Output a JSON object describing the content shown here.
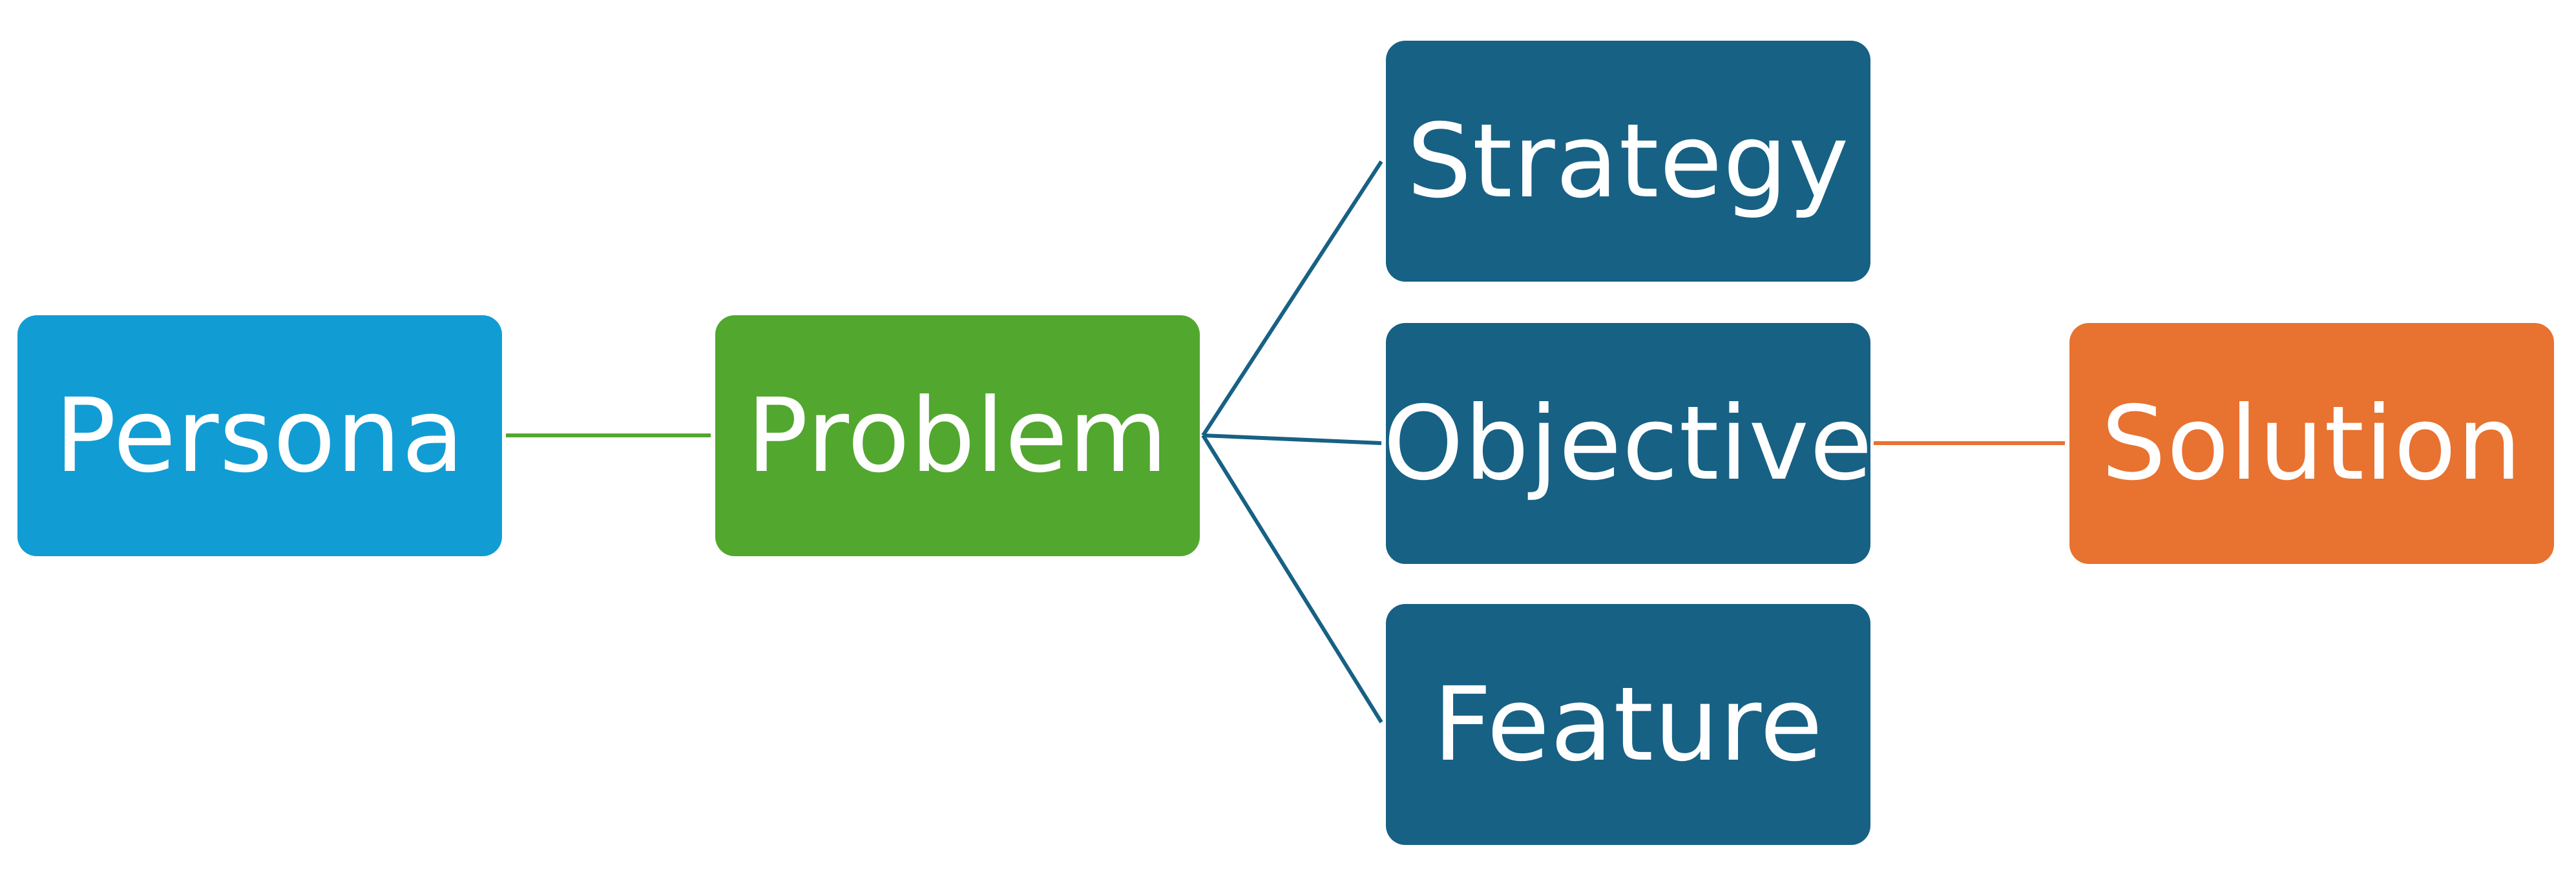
{
  "colors": {
    "persona": "#119dd4",
    "problem": "#52a72f",
    "outcome": "#176184",
    "solution": "#e87230",
    "link_persona_problem": "#52a72f",
    "link_problem_outcomes": "#176184",
    "link_objective_solution": "#e87230"
  },
  "nodes": {
    "persona": "Persona",
    "problem": "Problem",
    "strategy": "Strategy",
    "objective": "Objective",
    "feature": "Feature",
    "solution": "Solution"
  },
  "links": [
    {
      "from": "persona",
      "to": "problem"
    },
    {
      "from": "problem",
      "to": "strategy"
    },
    {
      "from": "problem",
      "to": "objective"
    },
    {
      "from": "problem",
      "to": "feature"
    },
    {
      "from": "objective",
      "to": "solution"
    }
  ]
}
